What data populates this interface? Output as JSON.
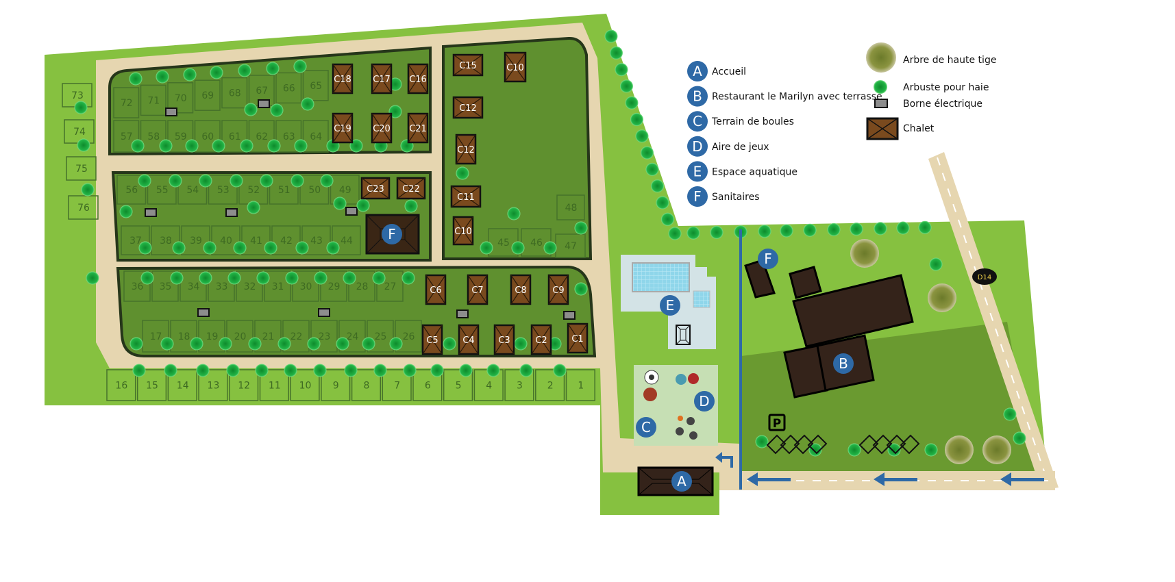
{
  "map": {
    "pitch_rows": {
      "row_a": [
        "72",
        "71",
        "70",
        "69",
        "68",
        "67",
        "66",
        "65"
      ],
      "row_b": [
        "57",
        "58",
        "59",
        "60",
        "61",
        "62",
        "63",
        "64"
      ],
      "row_c": [
        "56",
        "55",
        "54",
        "53",
        "52",
        "51",
        "50",
        "49"
      ],
      "row_d": [
        "37",
        "38",
        "39",
        "40",
        "41",
        "42",
        "43",
        "44"
      ],
      "row_e": [
        "36",
        "35",
        "34",
        "33",
        "32",
        "31",
        "30",
        "29",
        "28",
        "27"
      ],
      "row_f": [
        "17",
        "18",
        "19",
        "20",
        "21",
        "22",
        "23",
        "24",
        "25",
        "26"
      ],
      "row_g": [
        "16",
        "15",
        "14",
        "13",
        "12",
        "11",
        "10",
        "9",
        "8",
        "7",
        "6",
        "5",
        "4",
        "3",
        "2",
        "1"
      ],
      "left_col": [
        "73",
        "74",
        "75",
        "76"
      ],
      "right_block": [
        "48",
        "45",
        "46",
        "47"
      ]
    },
    "chalets": [
      "C18",
      "C17",
      "C16",
      "C19",
      "C20",
      "C21",
      "C23",
      "C22",
      "C15",
      "C10",
      "C12",
      "C12",
      "C11",
      "C10",
      "C6",
      "C7",
      "C8",
      "C9",
      "C5",
      "C4",
      "C3",
      "C2",
      "C1"
    ],
    "markers": {
      "sanitaires_1": "F",
      "sanitaires_2": "F",
      "aquatique": "E",
      "jeux": "D",
      "boules": "C",
      "restaurant": "B",
      "accueil": "A"
    },
    "road_label": "D14",
    "parking_label": "P",
    "colors": {
      "grass": "#86c140",
      "block": "#5f902f",
      "road": "#e6d6b0",
      "marker": "#2e69a6",
      "chalet": "#7a4a1e",
      "hedge": "#1fae3c"
    }
  },
  "legend": {
    "items": [
      {
        "letter": "A",
        "label": "Accueil"
      },
      {
        "letter": "B",
        "label": "Restaurant le Marilyn avec terrasse"
      },
      {
        "letter": "C",
        "label": "Terrain de boules"
      },
      {
        "letter": "D",
        "label": "Aire de jeux"
      },
      {
        "letter": "E",
        "label": "Espace aquatique"
      },
      {
        "letter": "F",
        "label": "Sanitaires"
      }
    ],
    "symbols": [
      {
        "icon": "tall-tree-icon",
        "label": "Arbre de haute tige"
      },
      {
        "icon": "shrub-icon",
        "label": "Arbuste pour haie"
      },
      {
        "icon": "power-terminal-icon",
        "label": "Borne électrique"
      },
      {
        "icon": "chalet-icon",
        "label": "Chalet"
      }
    ]
  }
}
